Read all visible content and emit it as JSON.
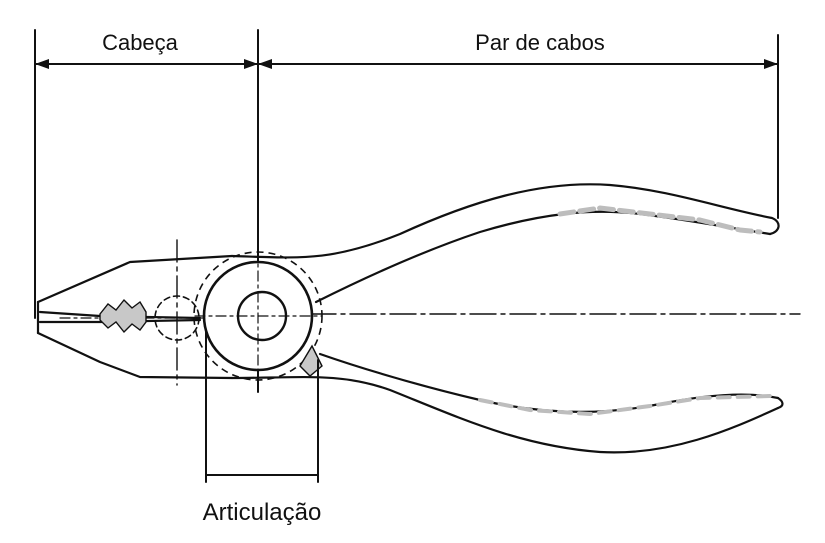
{
  "labels": {
    "head": "Cabeça",
    "handles": "Par de cabos",
    "joint": "Articulação"
  },
  "colors": {
    "ink": "#111111",
    "shade": "#c8c8c8",
    "background": "#ffffff"
  }
}
